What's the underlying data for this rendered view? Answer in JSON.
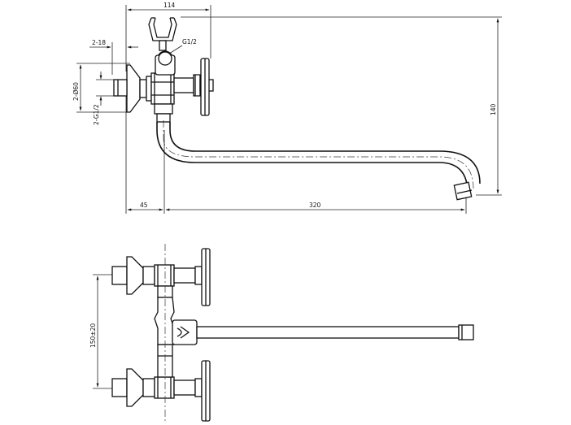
{
  "side_view": {
    "dim_top_width": "114",
    "dim_height": "140",
    "dim_bottom_left": "45",
    "dim_bottom_right": "320",
    "label_nut": "2-18",
    "label_diameter": "2-Ø60",
    "label_thread": "2-G1/2",
    "label_shower_outlet": "G1/2"
  },
  "top_view": {
    "dim_spacing": "150±20"
  }
}
